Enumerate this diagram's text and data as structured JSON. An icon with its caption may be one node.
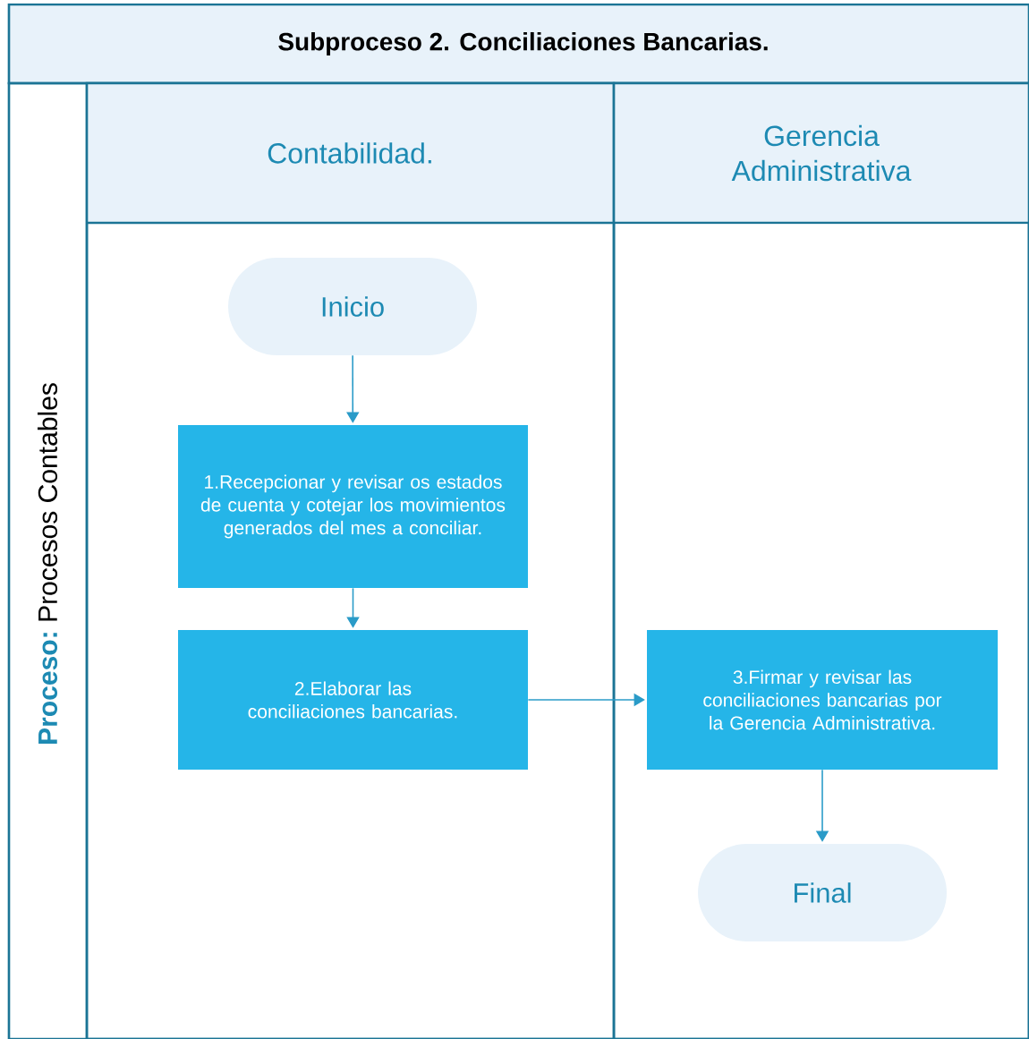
{
  "diagram": {
    "title": "Subproceso 2. Conciliaciones Bancarias.",
    "nodes": [
      {
        "text": [
          "Proceso:",
          "Procesos Contables"
        ]
      },
      {
        "text": [
          "Contabilidad."
        ],
        "in": 0
      },
      {
        "text": [
          "Gerencia Administrativa"
        ],
        "in": 0
      },
      {
        "text": [
          "Inicio"
        ],
        "in": 1
      },
      {
        "text": [
          "1.Recepcionar y revisar os estados de cuenta y cotejar los movimientos generados del mes a conciliar."
        ],
        "in": 1
      },
      {
        "text": [
          "2.Elaborar las conciliaciones bancarias."
        ],
        "in": 1
      },
      {
        "text": [
          "3.Firmar y revisar las conciliaciones bancarias por la Gerencia Administrativa."
        ],
        "in": 2
      },
      {
        "text": [
          "Final"
        ],
        "in": 2
      }
    ],
    "edges": [
      {
        "from": 3,
        "to": 4,
        "arrow": "to"
      },
      {
        "from": 4,
        "to": 5,
        "arrow": "to"
      },
      {
        "from": 5,
        "to": 6,
        "arrow": "to"
      },
      {
        "from": 6,
        "to": 7,
        "arrow": "to"
      }
    ]
  }
}
